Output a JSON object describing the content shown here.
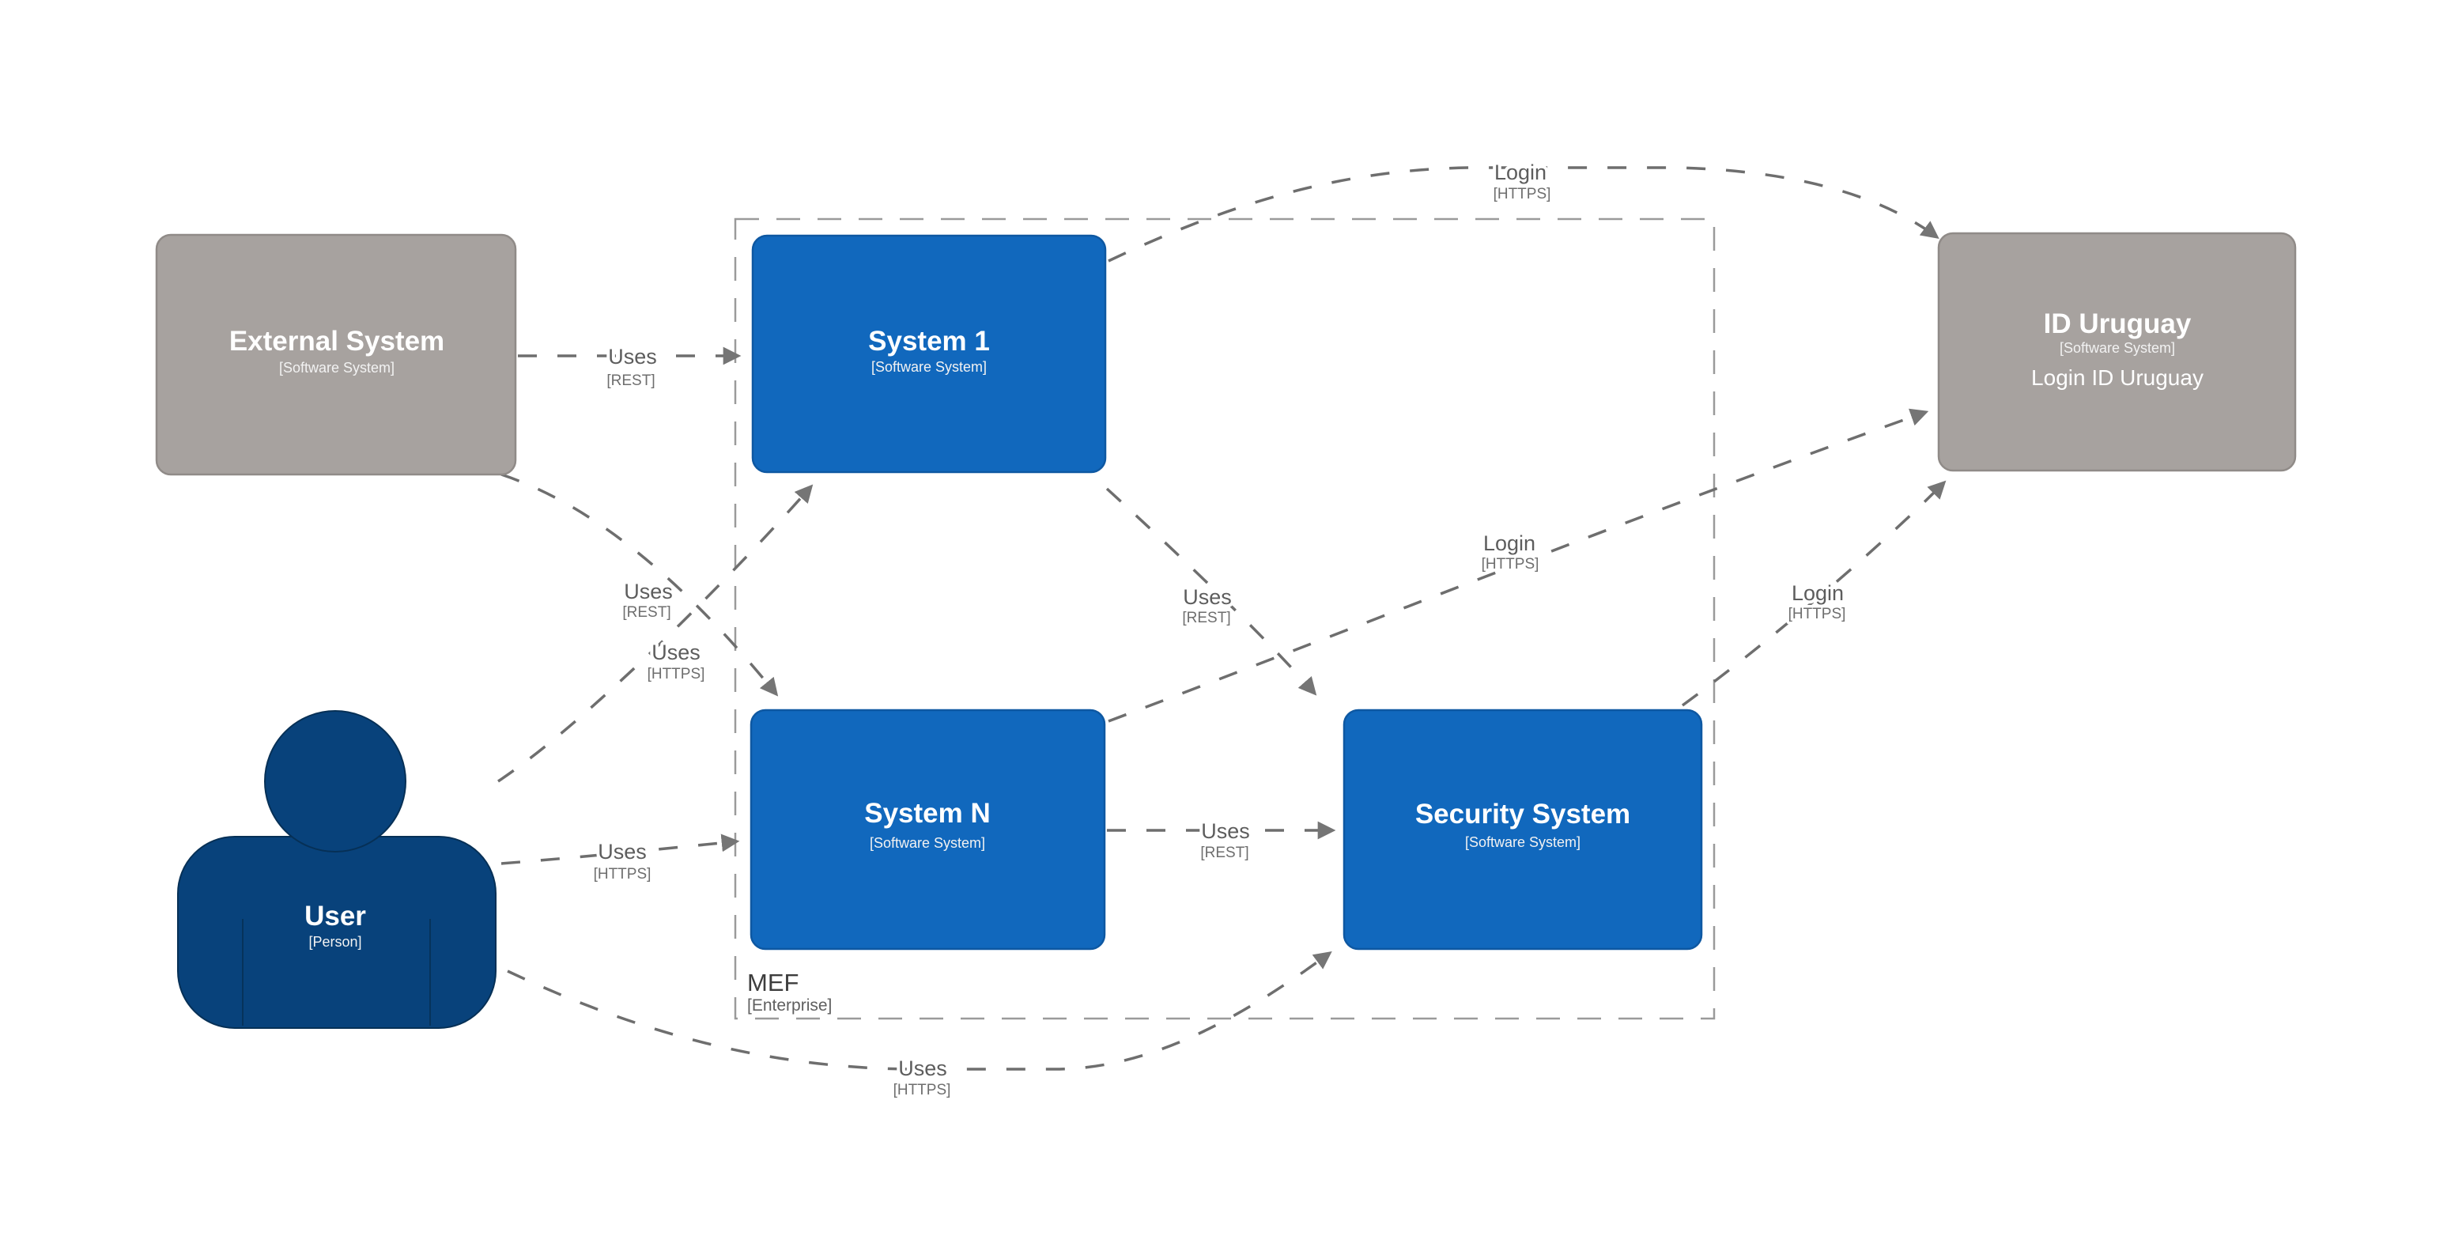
{
  "diagram": {
    "boundary": {
      "name": "MEF",
      "meta": "[Enterprise]"
    },
    "nodes": {
      "external_system": {
        "name": "External System",
        "meta": "[Software System]"
      },
      "system1": {
        "name": "System 1",
        "meta": "[Software System]"
      },
      "systemN": {
        "name": "System N",
        "meta": "[Software System]"
      },
      "security_system": {
        "name": "Security System",
        "meta": "[Software System]"
      },
      "id_uruguay": {
        "name": "ID Uruguay",
        "meta": "[Software System]",
        "description": "Login ID Uruguay"
      },
      "user": {
        "name": "User",
        "meta": "[Person]"
      }
    },
    "edges": {
      "ext_system1": {
        "label": "Uses",
        "tech": "[REST]"
      },
      "ext_systemN": {
        "label": "Uses",
        "tech": "[REST]"
      },
      "user_system1": {
        "label": "Uses",
        "tech": "[HTTPS]"
      },
      "user_systemN": {
        "label": "Uses",
        "tech": "[HTTPS]"
      },
      "user_security": {
        "label": "Uses",
        "tech": "[HTTPS]"
      },
      "system1_security": {
        "label": "Uses",
        "tech": "[REST]"
      },
      "systemN_security": {
        "label": "Uses",
        "tech": "[REST]"
      },
      "system1_id": {
        "label": "Login",
        "tech": "[HTTPS]"
      },
      "systemN_id": {
        "label": "Login",
        "tech": "[HTTPS]"
      },
      "security_id": {
        "label": "Login",
        "tech": "[HTTPS]"
      }
    },
    "colors": {
      "system-fill": "#1168bd",
      "system-stroke": "#0e58a2",
      "person-fill": "#08427b",
      "person-stroke": "#063056",
      "external-fill": "#a7a29f",
      "external-stroke": "#908b88",
      "edge": "#6e6e6e",
      "edge-label": "#5d5d5d",
      "boundary": "#9a9a9a",
      "boundary-label": "#3d3d3d"
    }
  }
}
